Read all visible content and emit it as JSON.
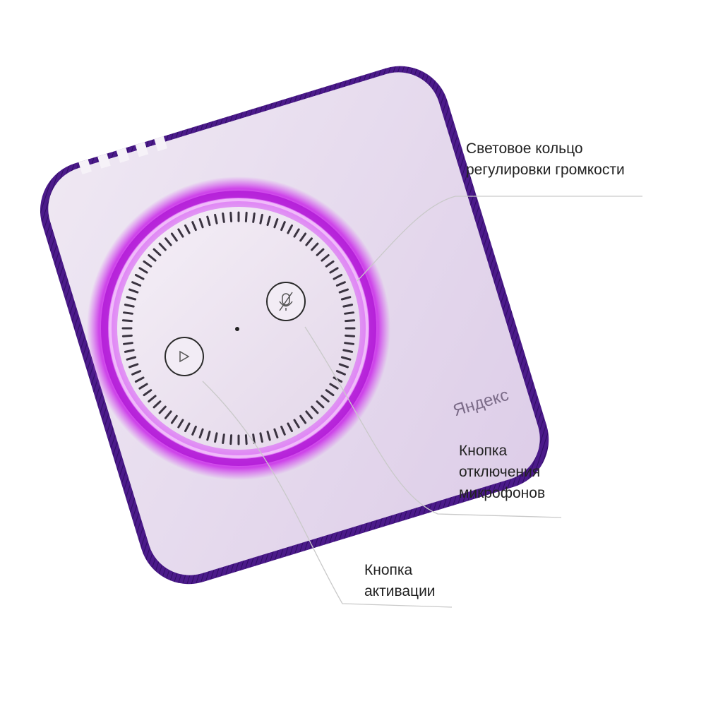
{
  "brand": {
    "logo_text": "Яндекс"
  },
  "callouts": {
    "volume_ring": {
      "line1": "Световое кольцо",
      "line2": "регулировки громкости"
    },
    "mute_button": {
      "line1": "Кнопка",
      "line2": "отключения",
      "line3": "микрофонов"
    },
    "activation_button": {
      "line1": "Кнопка",
      "line2": "активации"
    }
  },
  "colors": {
    "fabric": "#4b1a8a",
    "fabric_dark": "#2f0d63",
    "top_panel": "#e7dcee",
    "top_panel_shadow": "#cdbcdc",
    "ring_glow": "#d24bf0",
    "ring_core": "#b21ad6",
    "leader_line": "#c9c9c9",
    "label_text": "#222222"
  },
  "icons": {
    "activation": "alice-triangle-icon",
    "mute": "mic-off-icon"
  }
}
